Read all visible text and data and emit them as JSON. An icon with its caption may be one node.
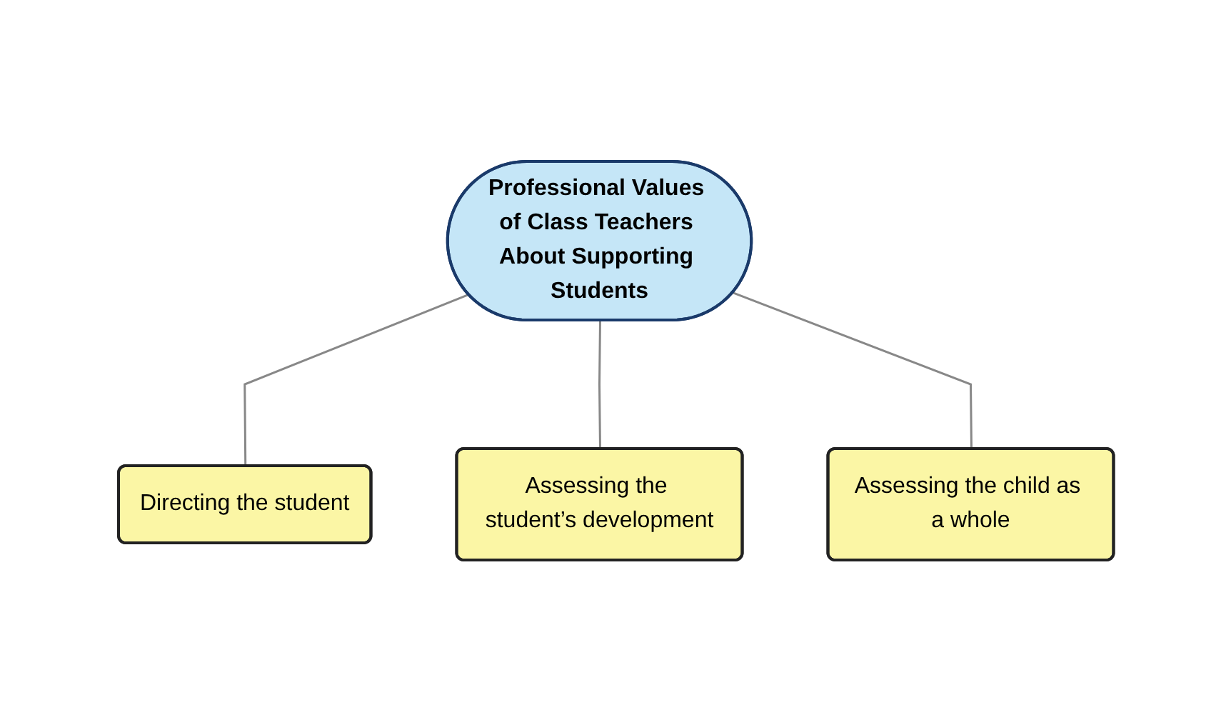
{
  "diagram": {
    "nodes": [
      {
        "text": [
          "Professional Values of Class Teachers About Supporting Students"
        ]
      },
      {
        "text": [
          "Directing the student"
        ]
      },
      {
        "text": [
          "Assessing the student’s development"
        ]
      },
      {
        "text": [
          "Assessing the child as a whole"
        ]
      }
    ],
    "edges": [
      {
        "from": 0,
        "to": 1,
        "arrow": "none"
      },
      {
        "from": 0,
        "to": 2,
        "arrow": "none"
      },
      {
        "from": 0,
        "to": 3,
        "arrow": "none"
      }
    ]
  }
}
